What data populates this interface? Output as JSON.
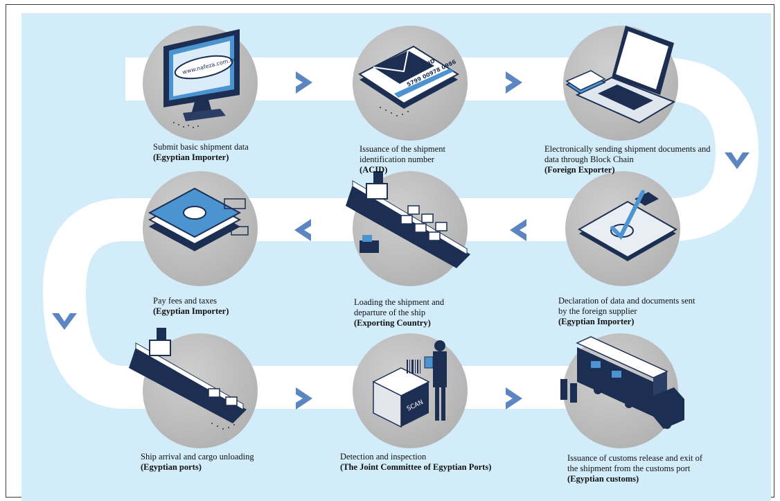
{
  "steps": [
    {
      "text": "Submit basic shipment data",
      "actor": "(Egyptian Importer)",
      "icon": "computer-monitor-icon",
      "screen_text": "www.nafeza.com.eg"
    },
    {
      "text": "Issuance of the shipment identification number",
      "actor": "(ACID)",
      "icon": "acid-card-icon",
      "card_label": "ACID",
      "card_number": "5799 00978 0986"
    },
    {
      "text": "Electronically sending shipment documents and data through Block Chain",
      "actor": "(Foreign Exporter)",
      "icon": "laptop-documents-icon"
    },
    {
      "text": "Declaration of data and documents sent by the foreign supplier",
      "actor": "(Egyptian Importer)",
      "icon": "clipboard-check-icon"
    },
    {
      "text": "Loading the shipment and departure of the ship",
      "actor": "(Exporting Country)",
      "icon": "cargo-ship-loading-icon"
    },
    {
      "text": "Pay fees and taxes",
      "actor": "(Egyptian Importer)",
      "icon": "banknotes-icon"
    },
    {
      "text": "Ship arrival and cargo unloading",
      "actor": "(Egyptian ports)",
      "icon": "cargo-ship-arrival-icon"
    },
    {
      "text": "Detection and inspection",
      "actor": "(The Joint Committee of Egyptian Ports)",
      "icon": "scan-inspection-icon",
      "scan_label": "SCAN"
    },
    {
      "text": "Issuance of customs release and exit of the shipment from the customs port",
      "actor": "(Egyptian customs)",
      "icon": "truck-release-icon"
    }
  ],
  "colors": {
    "background": "#d3ecf9",
    "path": "#ffffff",
    "arrow": "#5b86c2",
    "navy": "#1c2e52",
    "accent": "#4b93d1",
    "circle": "#bdbdbd"
  }
}
